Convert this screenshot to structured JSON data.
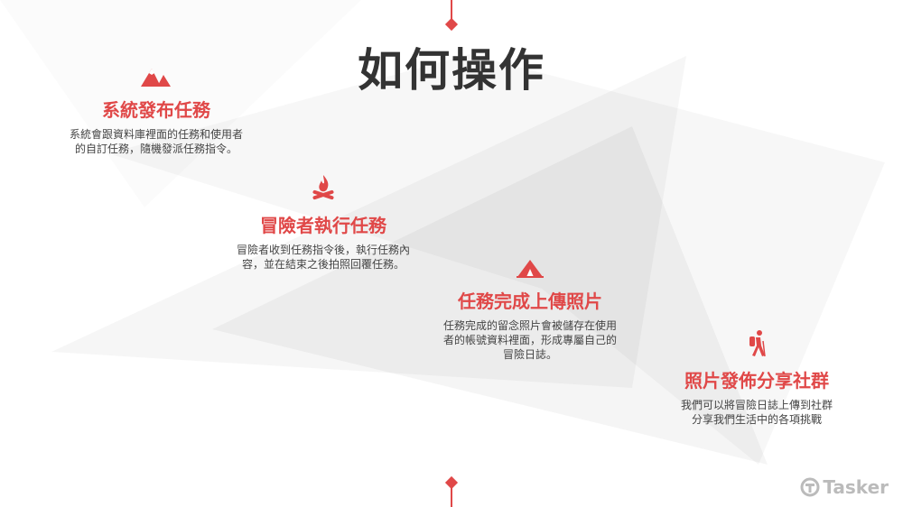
{
  "title": "如何操作",
  "accent_color": "#e04848",
  "steps": [
    {
      "icon": "mountain-icon",
      "title": "系統發布任務",
      "desc": [
        "系統會跟資料庫裡面的任務和使用者",
        "的自訂任務，隨機發派任務指令。"
      ]
    },
    {
      "icon": "campfire-icon",
      "title": "冒險者執行任務",
      "desc": [
        "冒險者收到任務指令後，執行任務內",
        "容，並在結束之後拍照回覆任務。"
      ]
    },
    {
      "icon": "tent-icon",
      "title": "任務完成上傳照片",
      "desc": [
        "任務完成的留念照片會被儲存在使用",
        "者的帳號資料裡面，形成專屬自己的",
        "冒險日誌。"
      ]
    },
    {
      "icon": "hiker-icon",
      "title": "照片發佈分享社群",
      "desc": [
        "我們可以將冒險日誌上傳到社群",
        "分享我們生活中的各項挑戰"
      ]
    }
  ],
  "logo_text": "Tasker"
}
